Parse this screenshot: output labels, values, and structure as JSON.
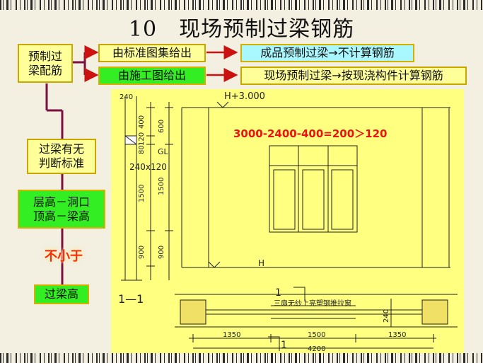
{
  "title": "10　现场预制过梁钢筋",
  "left": {
    "root_box": "预制过\n梁配筋",
    "judge_box": "过梁有无\n判断标准",
    "formula_box": "层高－洞口\n顶高－梁高",
    "not_less": "不小于",
    "beam_height_box": "过梁高"
  },
  "branches": [
    {
      "source": "由标准图集给出",
      "result": "成品预制过梁→不计算钢筋"
    },
    {
      "source": "由施工图给出",
      "result": "现场预制过梁→按现浇构件计算钢筋"
    }
  ],
  "drawing": {
    "equation": "3000-2400-400=200＞120",
    "level_top": "H+3.000",
    "level_bottom": "H",
    "beam_label": "GL",
    "beam_size": "240x120",
    "wall_width": "240",
    "dims_vertical_left": [
      "400",
      "120",
      "80",
      "1500",
      "900"
    ],
    "dims_vertical_right": [
      "600",
      "1500",
      "900"
    ],
    "section_label": "1—1",
    "section_mark": "1",
    "window_note": "三扇无纱上亮塑钢推拉窗",
    "plan_dims": [
      "1350",
      "1500",
      "1350"
    ],
    "plan_total": "4200",
    "plan_side": "240"
  },
  "colors": {
    "box_border": "#c8a800",
    "box_yellow": "#ffff9a",
    "box_green": "#33ee22",
    "box_cyan": "#aaf8ff",
    "drawing_bg": "#ffff80",
    "connector": "#7a1040",
    "arrow": "#cc1111",
    "accent_red": "#ee1111"
  }
}
